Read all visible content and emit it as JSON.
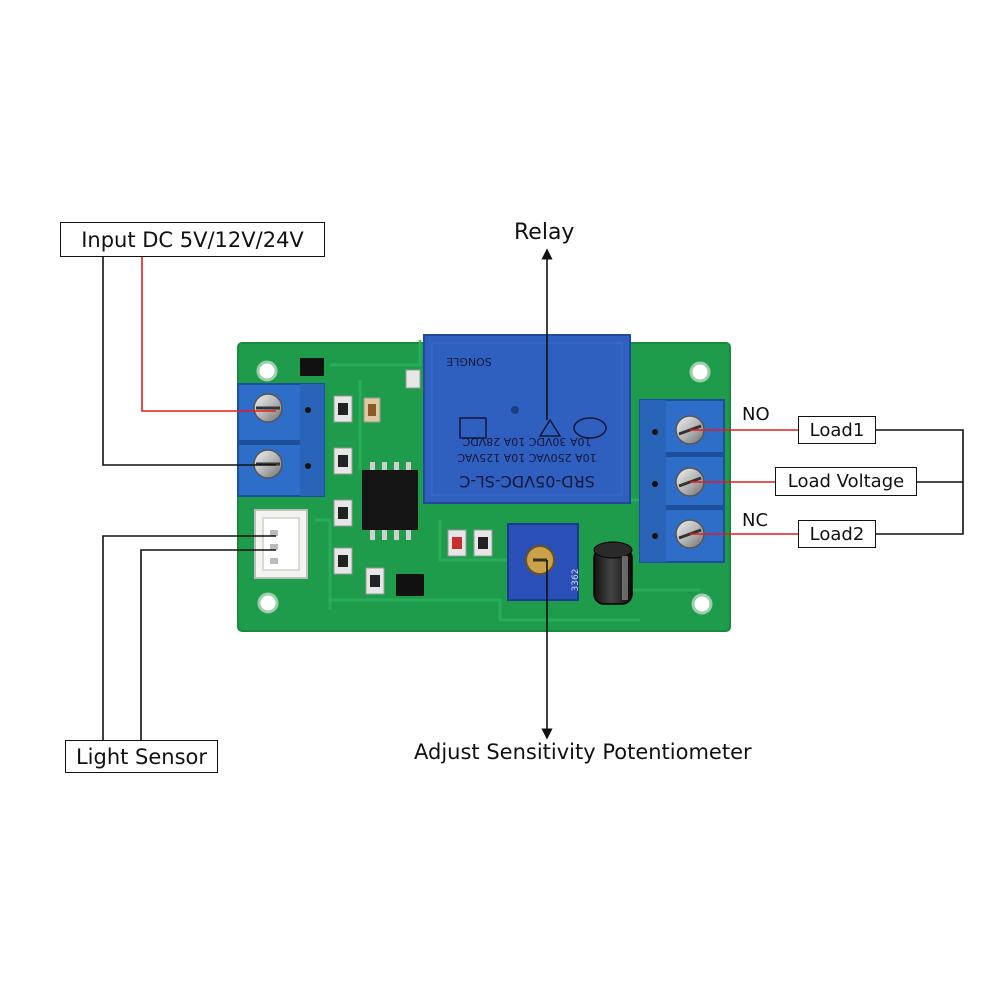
{
  "labels": {
    "input_dc": "Input DC 5V/12V/24V",
    "relay": "Relay",
    "light_sensor": "Light Sensor",
    "potentiometer": "Adjust Sensitivity Potentiometer",
    "no": "NO",
    "nc": "NC",
    "load1": "Load1",
    "load_voltage": "Load Voltage",
    "load2": "Load2"
  },
  "relay_markings": {
    "model": "SRD-05VDC-SL-C",
    "rating1": "10A 250VAC  10A 125VAC",
    "rating2": "10A 30VDC  10A 28VDC",
    "brand": "SONGLE"
  },
  "potentiometer_marking": "3362",
  "colors": {
    "pcb": "#1e9b4b",
    "pcb_edge": "#178a40",
    "terminal_blue": "#2e6ec9",
    "relay_blue": "#2f5fbf",
    "wire_red": "#e41c1c",
    "wire_black": "#111111"
  }
}
